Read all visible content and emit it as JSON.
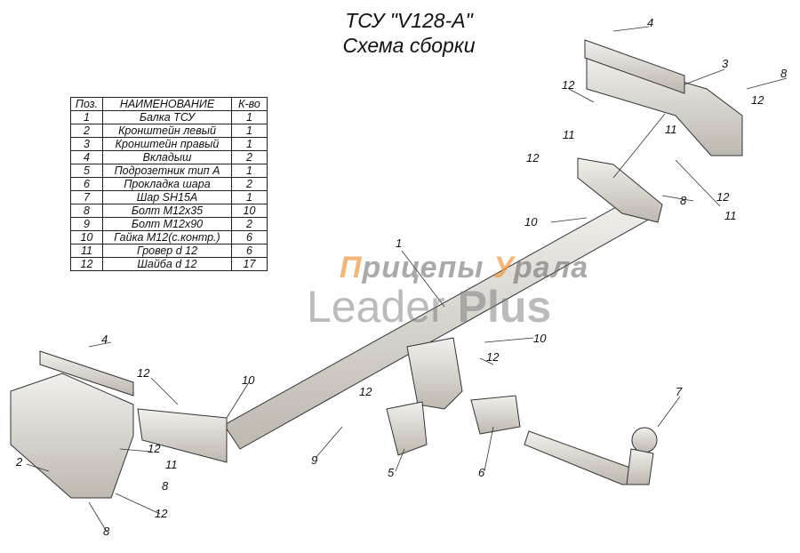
{
  "title": {
    "line1": "ТСУ \"V128-A\"",
    "line2": "Схема сборки"
  },
  "parts_table": {
    "headers": [
      "Поз.",
      "НАИМЕНОВАНИЕ",
      "К-во"
    ],
    "rows": [
      [
        "1",
        "Балка ТСУ",
        "1"
      ],
      [
        "2",
        "Кронштейн левый",
        "1"
      ],
      [
        "3",
        "Кронштейн правый",
        "1"
      ],
      [
        "4",
        "Вкладыш",
        "2"
      ],
      [
        "5",
        "Подрозетник тип А",
        "1"
      ],
      [
        "6",
        "Прокладка шара",
        "2"
      ],
      [
        "7",
        "Шар SH15A",
        "1"
      ],
      [
        "8",
        "Болт М12х35",
        "10"
      ],
      [
        "9",
        "Болт М12х90",
        "2"
      ],
      [
        "10",
        "Гайка М12(с.контр.)",
        "6"
      ],
      [
        "11",
        "Гровер d 12",
        "6"
      ],
      [
        "12",
        "Шайба d 12",
        "17"
      ]
    ]
  },
  "watermark": {
    "brand_ru_a": "П",
    "brand_ru_b": "рицепы ",
    "brand_ru_c": "У",
    "brand_ru_d": "рала",
    "brand_en_a": "Leader ",
    "brand_en_b": "Plus"
  },
  "callouts": [
    "4",
    "3",
    "8",
    "12",
    "12",
    "11",
    "11",
    "12",
    "8",
    "12",
    "11",
    "10",
    "1",
    "10",
    "12",
    "7",
    "12",
    "10",
    "12",
    "4",
    "9",
    "5",
    "6",
    "2",
    "12",
    "11",
    "8",
    "12",
    "8"
  ],
  "colors": {
    "part_fill": "#d8d4ce",
    "accent": "#f0963c"
  }
}
